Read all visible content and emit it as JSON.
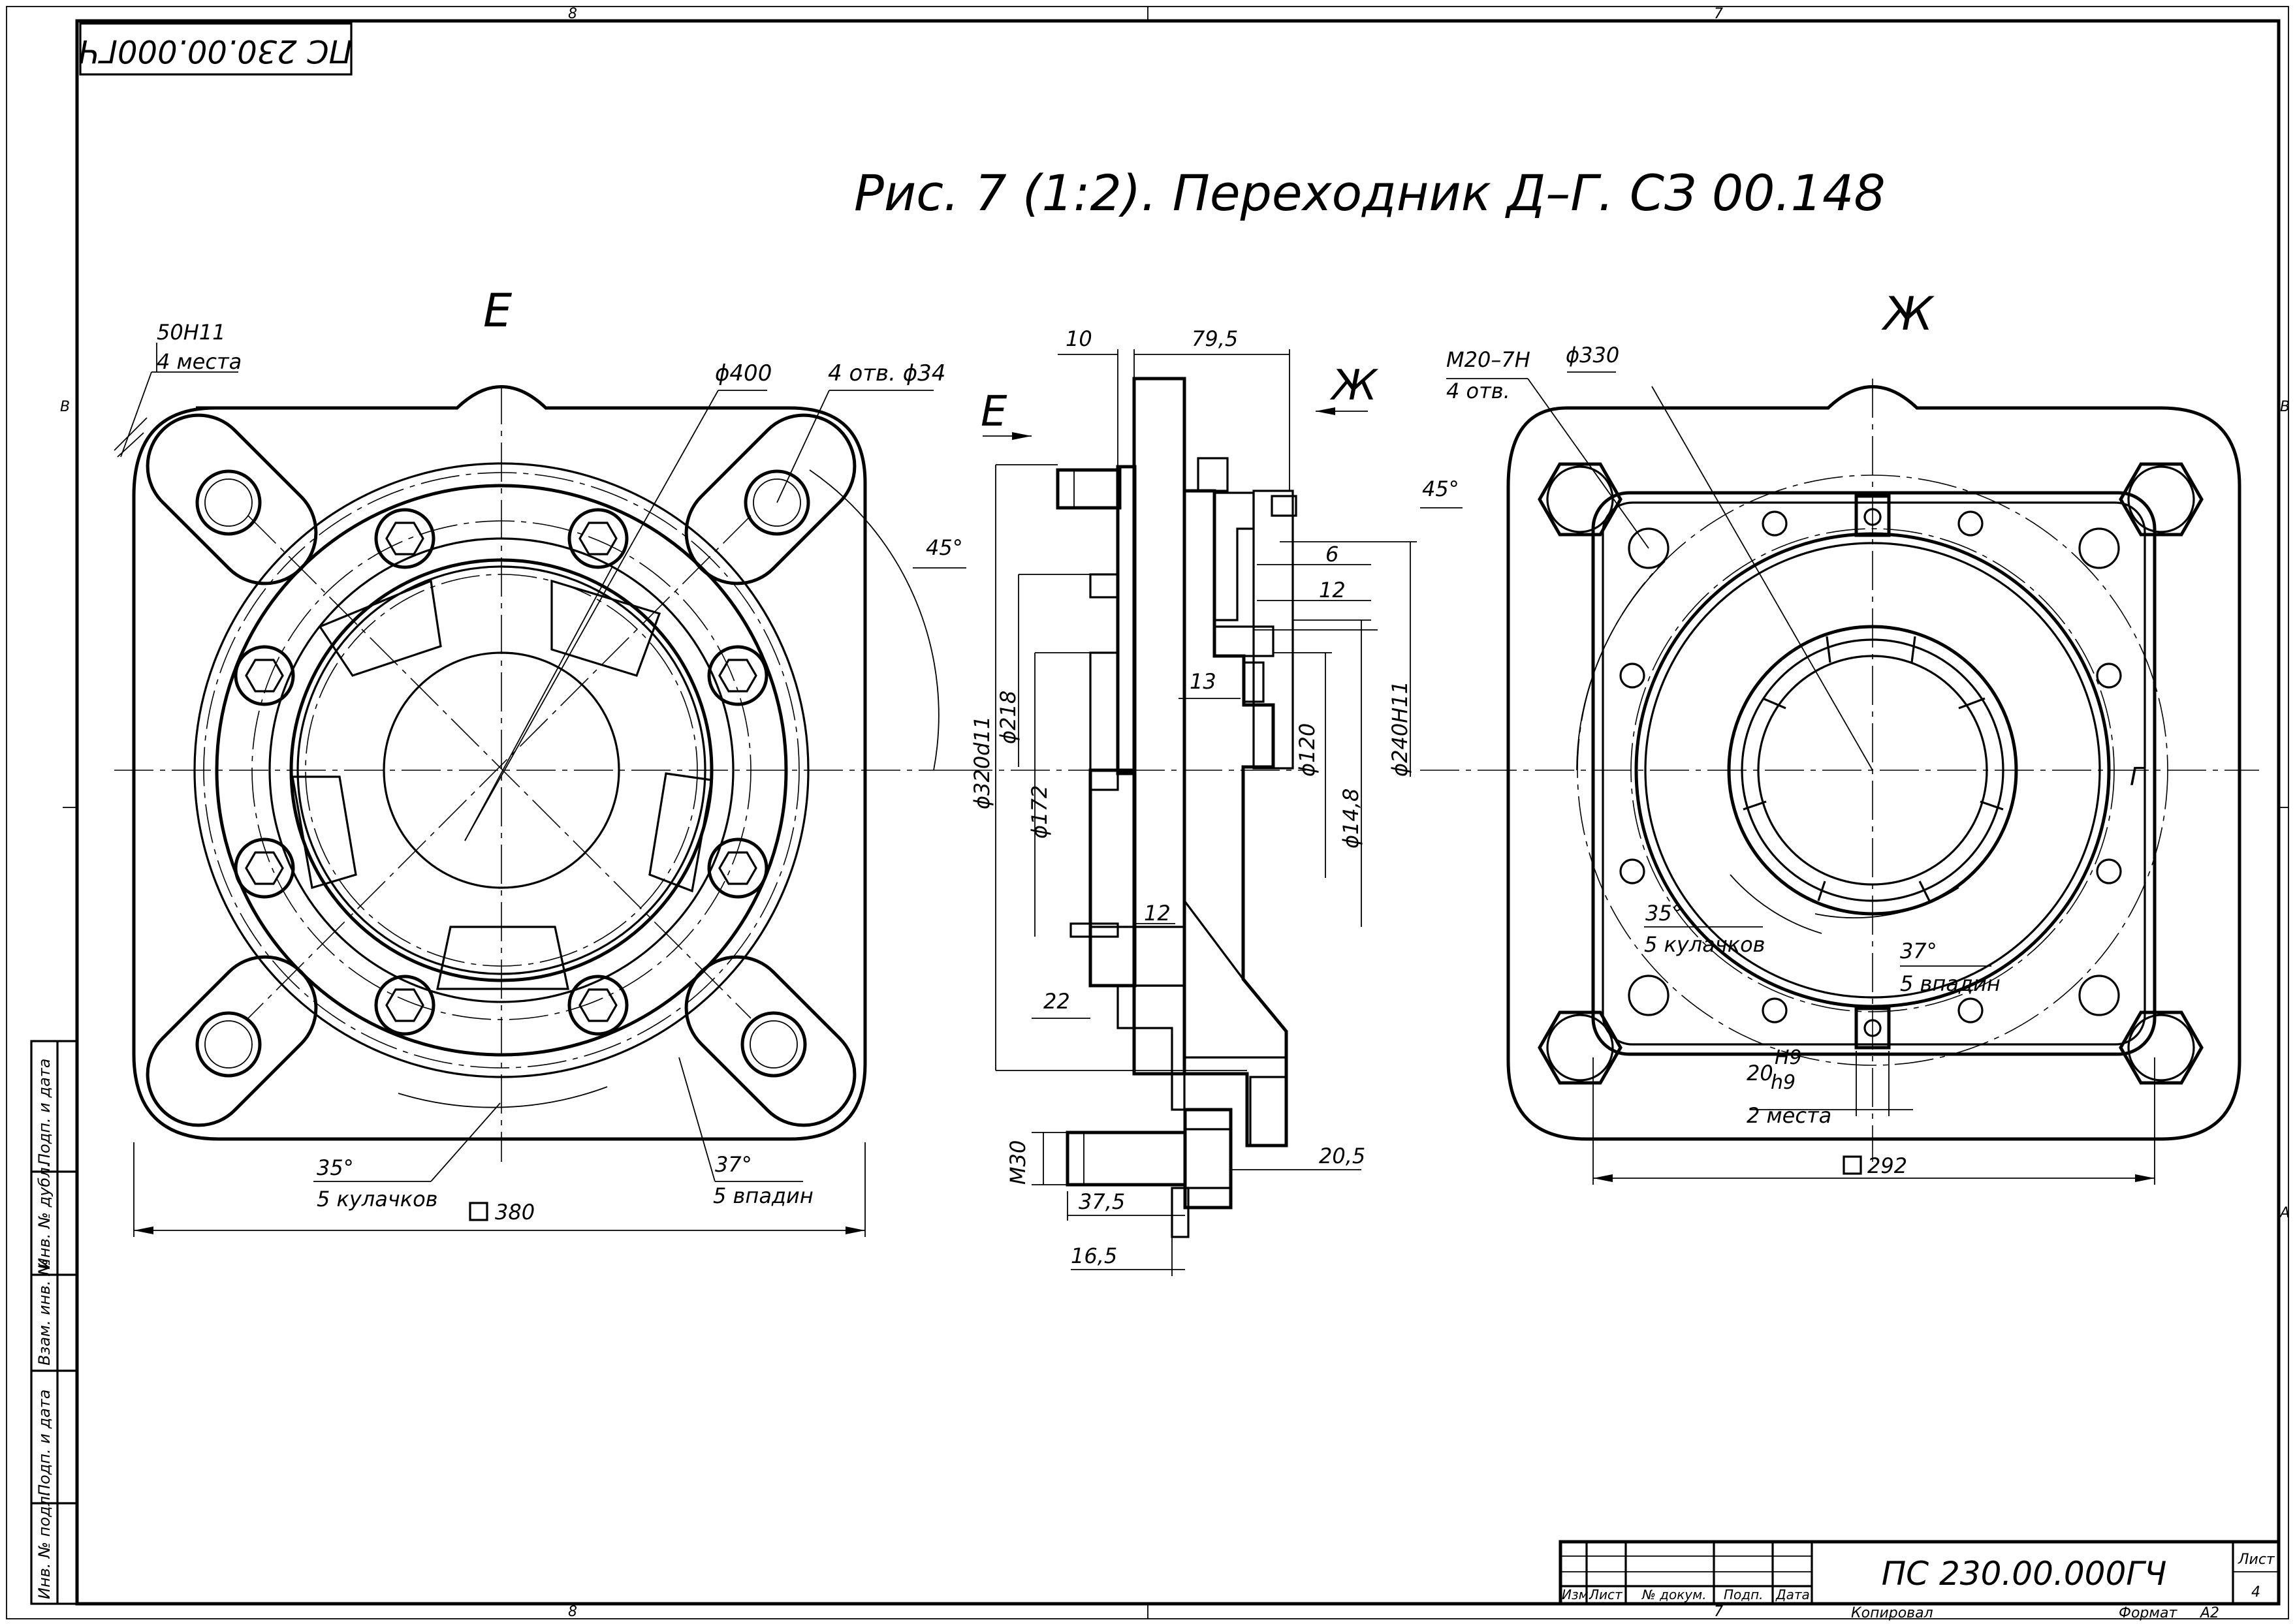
{
  "frame": {
    "stamp": "ПС 230.00.000ГЧ",
    "zone_top_left": "8",
    "zone_top_right": "7",
    "zone_bottom_left": "8",
    "zone_bottom_right": "7",
    "row_left_b": "B",
    "row_right_b": "B",
    "row_right_a": "A"
  },
  "title": "Рис. 7 (1:2). Переходник Д–Г. СЗ 00.148",
  "view_e": {
    "label": "Е",
    "slot_size": "50H11",
    "slot_count": "4 места",
    "diameter_400": "ϕ400",
    "holes": "4 отв. ϕ34",
    "angle_45": "45°",
    "angle_35": "35°",
    "jaws": "5 кулачков",
    "angle_37": "37°",
    "recesses": "5 впадин",
    "square": "380"
  },
  "section": {
    "dim_10": "10",
    "dim_79_5": "79,5",
    "arrow_e": "Е",
    "arrow_zh": "Ж",
    "dim_6": "6",
    "dim_12_top": "12",
    "dim_13": "13",
    "dim_d218": "ϕ218",
    "dim_d320": "ϕ320d11",
    "dim_d172": "ϕ172",
    "dim_d120": "ϕ120",
    "dim_d148": "ϕ14,8",
    "dim_d240": "ϕ240H11",
    "dim_12_bot": "12",
    "dim_22": "22",
    "thread_m30": "M30",
    "dim_37_5": "37,5",
    "dim_20_5": "20,5",
    "dim_16_5": "16,5"
  },
  "view_zh": {
    "label": "Ж",
    "thread": "M20–7H",
    "thread_count": "4 отв.",
    "diameter_330": "ϕ330",
    "angle_45": "45°",
    "angle_35": "35°",
    "jaws": "5 кулачков",
    "angle_37": "37°",
    "recesses": "5 впадин",
    "fit_nominal": "20",
    "fit_upper": "H9",
    "fit_lower": "h9",
    "fit_count": "2 места",
    "square": "292",
    "section_mark": "Г"
  },
  "side_stamp": {
    "field_1": "Подп. и дата",
    "field_2": "Инв. № дубл.",
    "field_3": "Взам. инв. №",
    "field_4": "Подп. и дата",
    "field_5": "Инв. № подл."
  },
  "title_block": {
    "designation": "ПС 230.00.000ГЧ",
    "col_izm": "Изм.",
    "col_list": "Лист",
    "col_doc": "№ докум.",
    "col_sign": "Подп.",
    "col_date": "Дата",
    "sheet_label": "Лист",
    "sheet_number": "4",
    "copied": "Копировал",
    "format_label": "Формат",
    "format_value": "А2"
  }
}
